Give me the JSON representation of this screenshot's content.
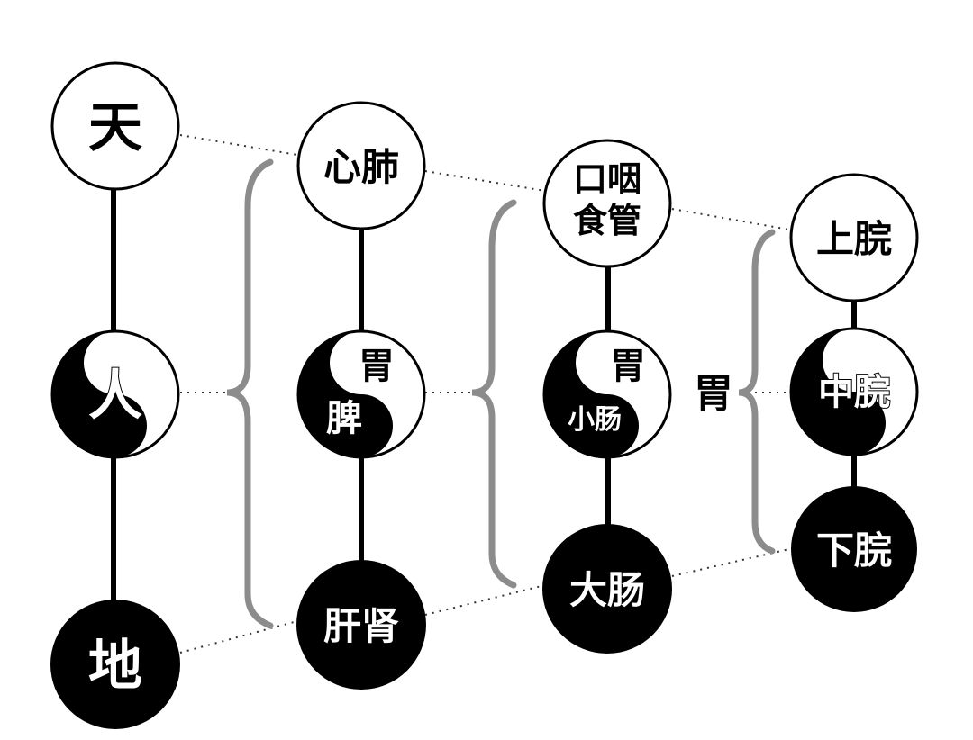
{
  "colors": {
    "background": "#ffffff",
    "ink": "#000000",
    "brace": "#8c8c8c",
    "dotted": "#333333"
  },
  "columns": [
    {
      "top": {
        "text": "天",
        "style": "white"
      },
      "middle": {
        "upper": "",
        "lower": "人",
        "style": "yinyang"
      },
      "bottom": {
        "text": "地",
        "style": "black"
      }
    },
    {
      "top": {
        "text": "心肺",
        "style": "white"
      },
      "middle": {
        "upper": "胃",
        "lower": "脾",
        "style": "yinyang"
      },
      "bottom": {
        "text": "肝肾",
        "style": "black"
      }
    },
    {
      "top": {
        "line1": "口咽",
        "line2": "食管",
        "style": "white"
      },
      "middle": {
        "upper": "胃",
        "lower": "小肠",
        "style": "yinyang"
      },
      "bottom": {
        "text": "大肠",
        "style": "black"
      }
    },
    {
      "top": {
        "text": "上脘",
        "style": "white"
      },
      "middle": {
        "upper": "",
        "lower": "中脘",
        "style": "yinyang"
      },
      "bottom": {
        "text": "下脘",
        "style": "black"
      }
    }
  ],
  "side_label": "胃"
}
